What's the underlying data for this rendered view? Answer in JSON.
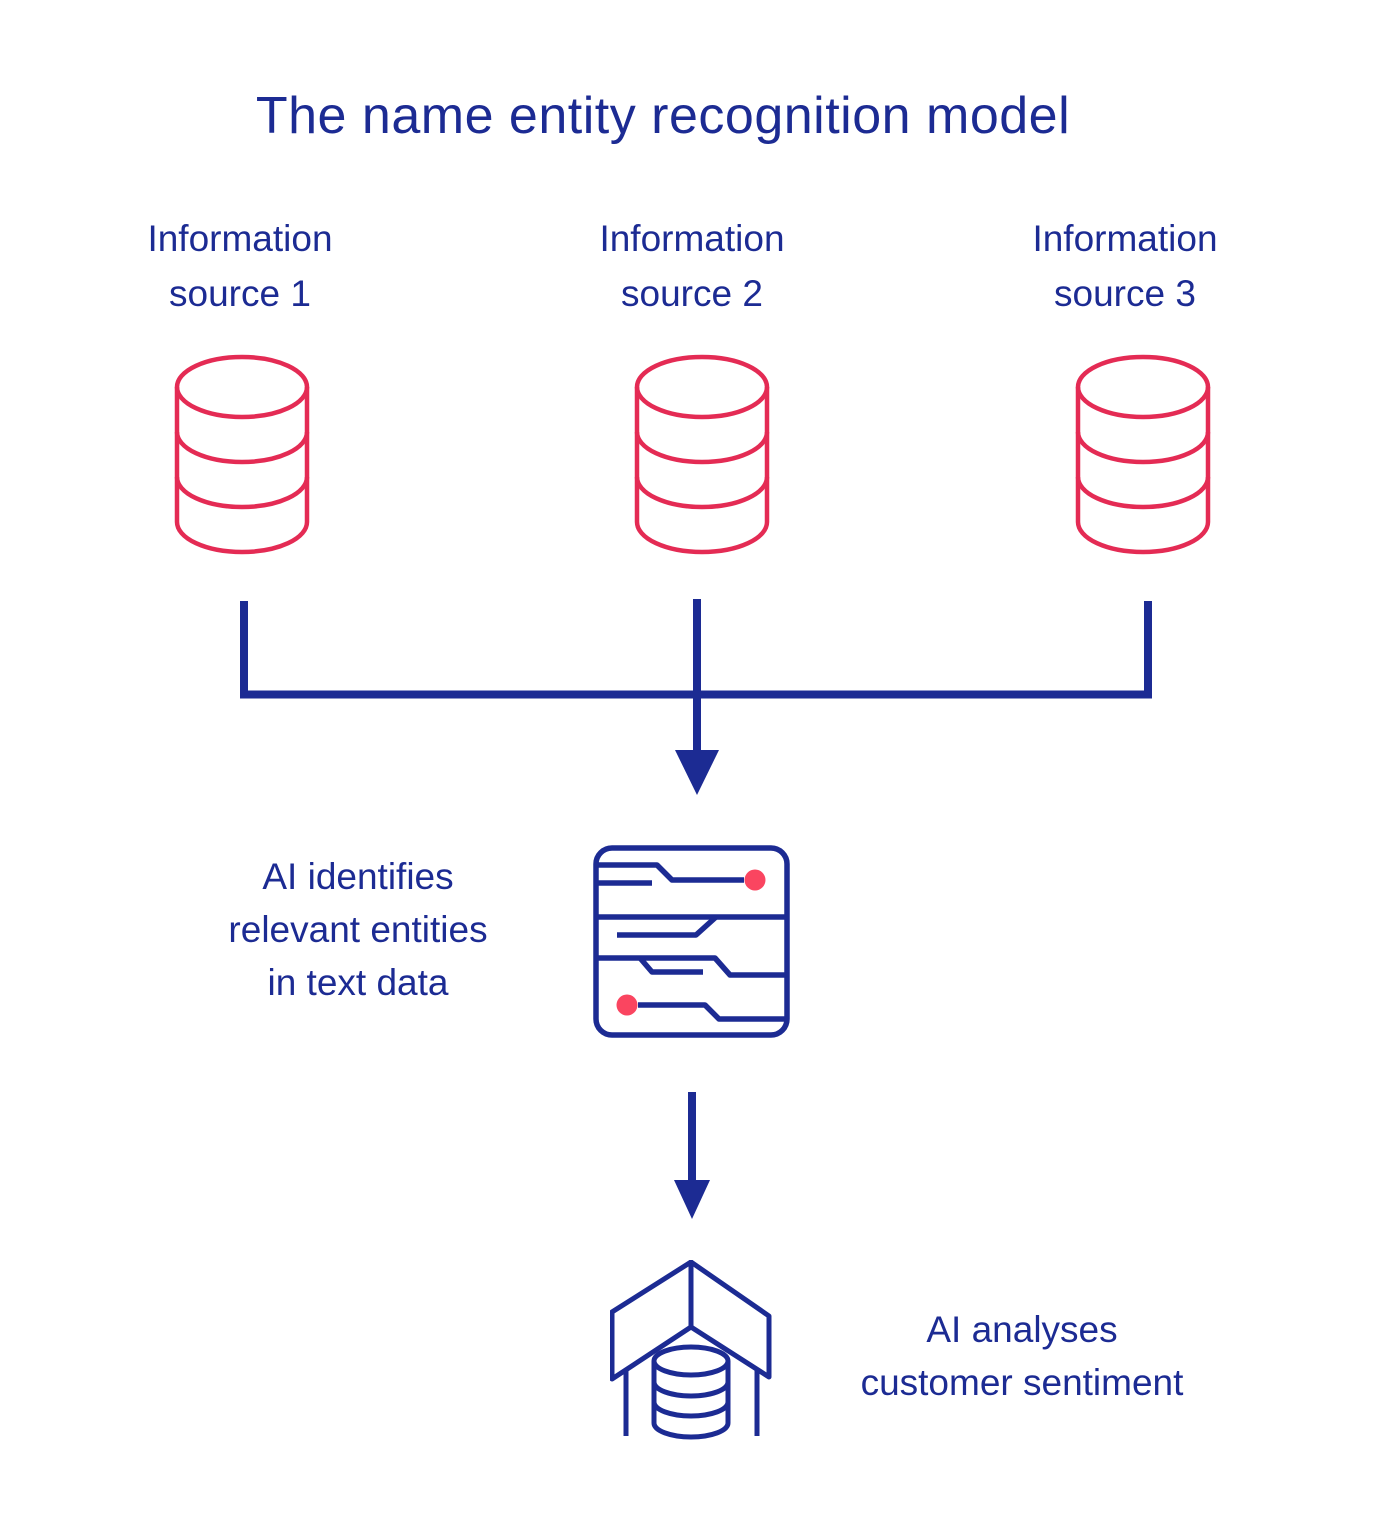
{
  "title": "The name entity recognition model",
  "colors": {
    "navy": "#1c2b93",
    "red": "#e42b54",
    "dot": "#fa4560",
    "background": "#ffffff"
  },
  "sources": [
    {
      "line1": "Information",
      "line2": "source 1",
      "icon": "database-icon"
    },
    {
      "line1": "Information",
      "line2": "source 2",
      "icon": "database-icon"
    },
    {
      "line1": "Information",
      "line2": "source 3",
      "icon": "database-icon"
    }
  ],
  "steps": {
    "identify": {
      "lines": [
        "AI identifies",
        "relevant entities",
        "in text data"
      ],
      "icon": "circuit-board-icon"
    },
    "analyse": {
      "lines": [
        "AI analyses",
        "customer sentiment"
      ],
      "icon": "data-box-icon"
    }
  }
}
